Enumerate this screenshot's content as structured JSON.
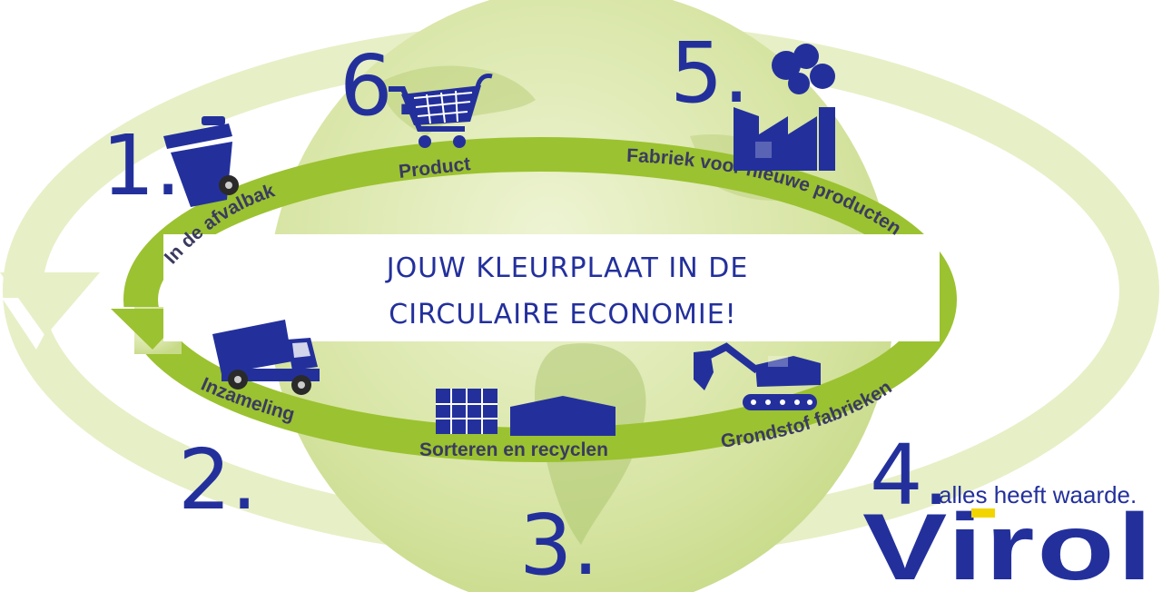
{
  "title": {
    "line1": "JOUW KLEURPLAAT IN DE",
    "line2": "CIRCULAIRE ECONOMIE!"
  },
  "steps": [
    {
      "number": "1.",
      "label": "In de afvalbak",
      "icon": "waste-bin-icon"
    },
    {
      "number": "2.",
      "label": "Inzameling",
      "icon": "garbage-truck-icon"
    },
    {
      "number": "3.",
      "label": "Sorteren en recyclen",
      "icon": "sorting-facility-icon"
    },
    {
      "number": "4.",
      "label": "Grondstof fabrieken",
      "icon": "excavator-icon"
    },
    {
      "number": "5.",
      "label": "Fabriek voor nieuwe producten",
      "icon": "factory-icon"
    },
    {
      "number": "6.",
      "label": "Product",
      "icon": "shopping-cart-icon"
    }
  ],
  "brand": {
    "tagline": "alles heeft waarde.",
    "name": "Virol"
  },
  "colors": {
    "ring": "#9bc230",
    "outer_arrow": "#e7efc6",
    "globe": "#d9e6a6",
    "icon_blue": "#23309c",
    "label_text": "#3a3a60",
    "brand_yellow": "#f2d500"
  }
}
